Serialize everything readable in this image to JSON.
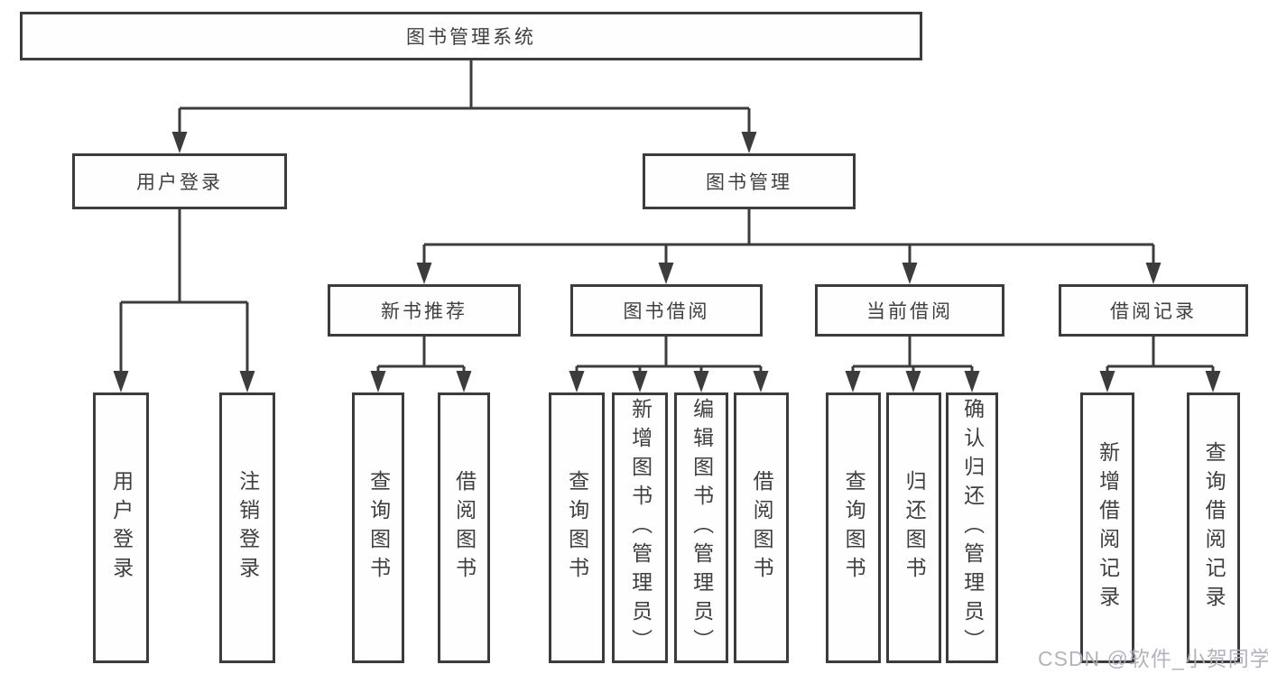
{
  "tree": {
    "root": "图书管理系统",
    "branches": [
      {
        "label": "用户登录",
        "leaves": [
          "用户登录",
          "注销登录"
        ]
      },
      {
        "label": "图书管理",
        "groups": [
          {
            "label": "新书推荐",
            "leaves": [
              "查询图书",
              "借阅图书"
            ]
          },
          {
            "label": "图书借阅",
            "leaves": [
              "查询图书",
              "新增图书（管理员）",
              "编辑图书（管理员）",
              "借阅图书"
            ]
          },
          {
            "label": "当前借阅",
            "leaves": [
              "查询图书",
              "归还图书",
              "确认归还（管理员）"
            ]
          },
          {
            "label": "借阅记录",
            "leaves": [
              "新增借阅记录",
              "查询借阅记录"
            ]
          }
        ]
      }
    ]
  },
  "watermark": "CSDN @软件_小贺同学",
  "colors": {
    "line": "#3c3c3c",
    "text": "#3f3f3f",
    "box_background": "#fefefe",
    "watermark": "#acb0b8"
  }
}
